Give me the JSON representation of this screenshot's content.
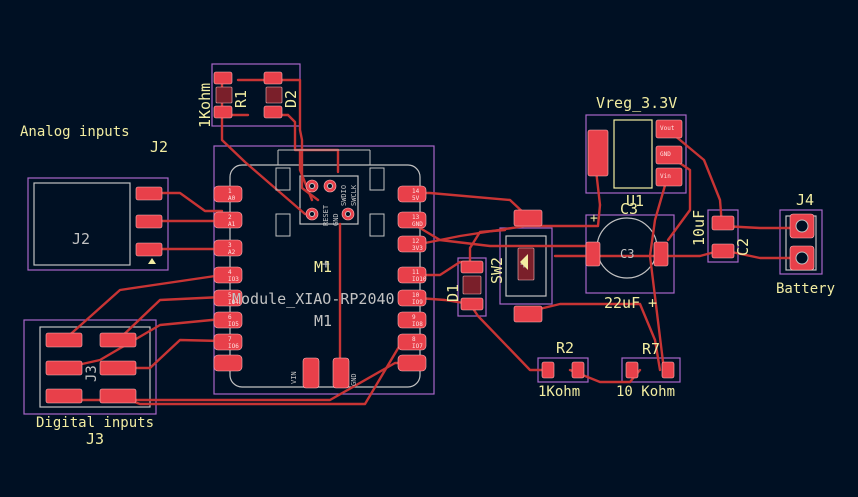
{
  "colors": {
    "background": "#001023",
    "copper": "#c83434",
    "pad": "#e8404a",
    "silkscreen": "#f2eda1",
    "courtyard": "#c2c2c2",
    "fab": "#a866c8",
    "pin_label": "#ffe0e0"
  },
  "labels": {
    "r1_value": "1Kohm",
    "r1_ref": "R1",
    "d2_ref": "D2",
    "analog_inputs": "Analog inputs",
    "j2_ref": "J2",
    "j2_body": "J2",
    "m1_ref": "M1",
    "m1_value": "Module_XIAO-RP2040",
    "m1_fab": "M1",
    "sw2_ref": "SW2",
    "d1_ref": "D1",
    "vreg_value": "Vreg_3.3V",
    "u1_ref": "U1",
    "c3_ref": "C3",
    "c3_body": "C3",
    "c3_value": "22uF",
    "c2_value": "10uF",
    "c2_ref": "C2",
    "j4_ref": "J4",
    "battery": "Battery",
    "r2_ref": "R2",
    "r2_value": "1Kohm",
    "r7_ref": "R7",
    "r7_value": "10 Kohm",
    "j3_ref": "J3",
    "j3_fab": "J3",
    "digital_inputs": "Digital inputs",
    "reset": "RESET",
    "swdio": "SWDIO",
    "gnd_small": "GND",
    "swclk": "SWCLK",
    "vin": "VIN",
    "gnd": "GND",
    "plus_mark": "+",
    "a0": "A0",
    "a1": "A1",
    "a2": "A2",
    "io3": "IO3",
    "io4": "IO4",
    "io5": "IO5",
    "io6": "IO6",
    "v5": "5V",
    "gnd_r": "GND",
    "v33": "3V3",
    "io10": "IO10",
    "io9": "IO9",
    "io8": "IO8",
    "io7": "IO7",
    "vout": "Vout",
    "vin_u": "Vin",
    "gnd_u": "GND",
    "p1": "1",
    "p2": "2",
    "p3": "3",
    "p4": "4",
    "p5": "5",
    "p6": "6",
    "p7": "7",
    "p8": "8",
    "p9": "9",
    "p10": "10",
    "p11": "11",
    "p12": "12",
    "p13": "13",
    "p14": "14"
  }
}
